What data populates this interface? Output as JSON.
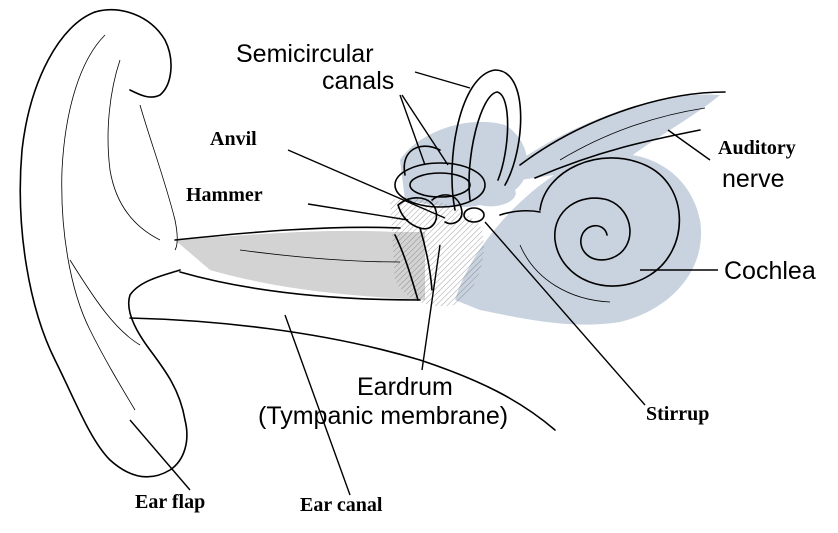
{
  "labels": {
    "semicircular_line1": "Semicircular",
    "semicircular_line2": "canals",
    "anvil": "Anvil",
    "hammer": "Hammer",
    "auditory_line1": "Auditory",
    "auditory_line2": "nerve",
    "cochlea": "Cochlea",
    "eardrum_line1": "Eardrum",
    "eardrum_line2": "(Tympanic membrane)",
    "stirrup": "Stirrup",
    "ear_flap": "Ear flap",
    "ear_canal": "Ear canal"
  },
  "colors": {
    "inner_ear_fill": "#c9d3df",
    "canal_shading": "#b5b5b5",
    "line": "#000000"
  }
}
